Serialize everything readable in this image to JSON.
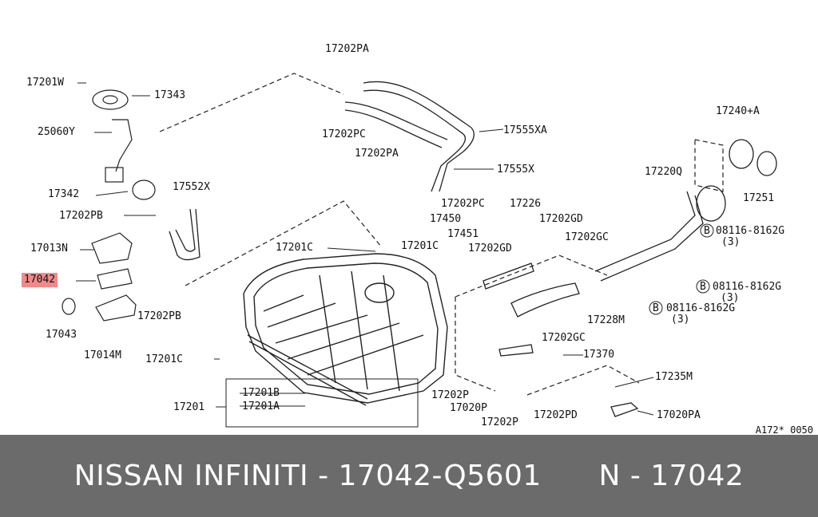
{
  "diagram": {
    "ref_code": "A172* 0050",
    "labels": {
      "l17202PA_top": "17202PA",
      "l17201W": "17201W",
      "l17343": "17343",
      "l25060Y": "25060Y",
      "l17202PC_a": "17202PC",
      "l17555XA": "17555XA",
      "l17202PA_b": "17202PA",
      "l17555X": "17555X",
      "l17240A": "17240+A",
      "l17342": "17342",
      "l17552X": "17552X",
      "l17202PC_b": "17202PC",
      "l17226": "17226",
      "l17220Q": "17220Q",
      "l17202PB_a": "17202PB",
      "l17450": "17450",
      "l17202GD_a": "17202GD",
      "l17251": "17251",
      "l17451": "17451",
      "l17013N": "17013N",
      "l17201C_a": "17201C",
      "l17201C_b": "17201C",
      "l17202GD_b": "17202GD",
      "l17202GC_a": "17202GC",
      "l08116_a": "08116-8162G",
      "l3_a": "(3)",
      "l17042": "17042",
      "l08116_b": "08116-8162G",
      "l3_b": "(3)",
      "l08116_c": "08116-8162G",
      "l3_c": "(3)",
      "l17228M": "17228M",
      "l17043": "17043",
      "l17202PB_b": "17202PB",
      "l17202GC_b": "17202GC",
      "l17014M": "17014M",
      "l17201C_c": "17201C",
      "l17370": "17370",
      "l17235M": "17235M",
      "l17202P_a": "17202P",
      "l17201B": "17201B",
      "l17201": "17201",
      "l17201A": "17201A",
      "l17020P": "17020P",
      "l17202PD": "17202PD",
      "l17020PA": "17020PA",
      "l17202P_b": "17202P",
      "bolt_b": "B"
    }
  },
  "footer": {
    "title": "NISSAN INFINITI - 17042-Q5601      N - 17042"
  }
}
